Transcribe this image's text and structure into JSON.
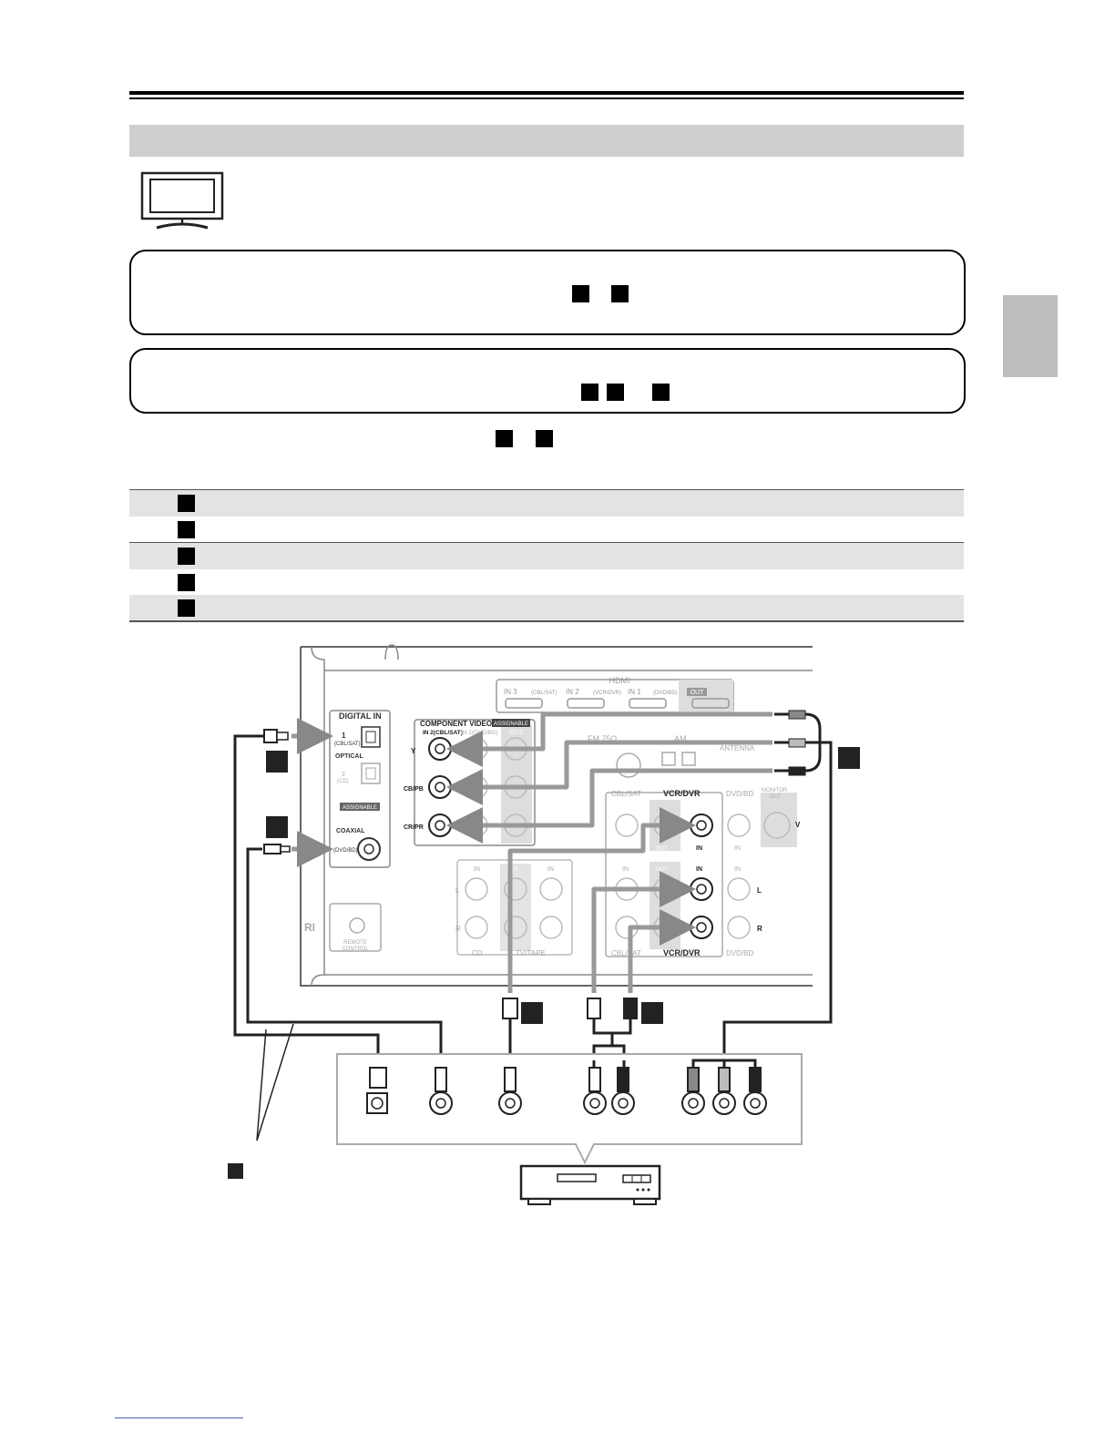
{
  "receiver_panel": {
    "hdmi": "HDMI",
    "hdmi_in3": "IN 3",
    "hdmi_in3_src": "(CBL/SAT)",
    "hdmi_in2": "IN 2",
    "hdmi_in2_src": "(VCR/DVR)",
    "hdmi_in1": "IN 1",
    "hdmi_in1_src": "(DVD/BD)",
    "hdmi_out": "OUT",
    "digital_in": "DIGITAL IN",
    "optical_1": "1",
    "optical_1_src": "(CBL/SAT)",
    "optical": "OPTICAL",
    "optical_2": "2",
    "optical_2_src": "(CD)",
    "assignable": "ASSIGNABLE",
    "coaxial": "COAXIAL",
    "coaxial_src": "(DVD/BD)",
    "component_video": "COMPONENT VIDEO",
    "component_assignable": "ASSIGNABLE",
    "comp_in2": "IN 2(CBL/SAT)",
    "comp_in1": "IN 1(DVD/BD)",
    "comp_out": "OUT",
    "y": "Y",
    "cb_pb": "CB/PB",
    "cr_pr": "CR/PR",
    "fm": "FM 75Ω",
    "am": "AM",
    "antenna": "ANTENNA",
    "cbl_sat": "CBL/SAT",
    "vcr_dvr": "VCR/DVR",
    "dvd_bd": "DVD/BD",
    "monitor_out": "MONITOR",
    "monitor_out2": "OUT",
    "v": "V",
    "in": "IN",
    "out": "OUT",
    "l": "L",
    "r": "R",
    "cd": "CD",
    "tv_tape": "TV/TAPE",
    "ri": "RI",
    "remote_control": "REMOTE",
    "remote_control2": "CONTROL"
  }
}
